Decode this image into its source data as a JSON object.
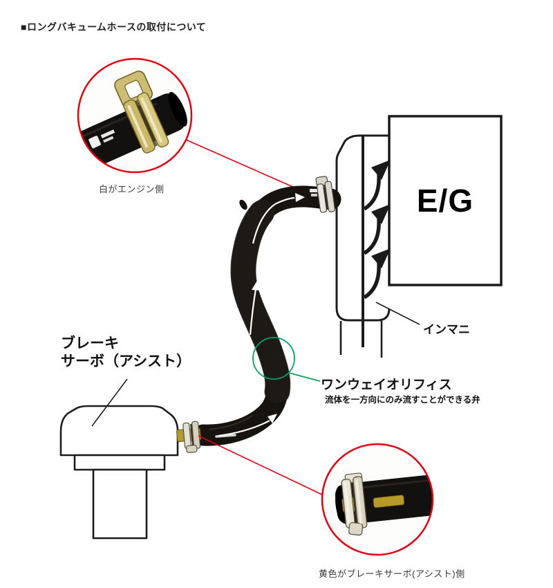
{
  "page": {
    "title": "■ロングバキュームホースの取付について"
  },
  "diagram": {
    "engine_box_label": "E/G",
    "intake_manifold_label": "インマニ",
    "brake_servo_label_line1": "ブレーキ",
    "brake_servo_label_line2": "サーボ（アシスト）",
    "orifice_title": "ワンウェイオリフィス",
    "orifice_description": "流体を一方向にのみ流すことができる弁",
    "inset_engine_caption": "白がエンジン側",
    "inset_servo_caption": "黄色がブレーキサーボ(アシスト)側"
  },
  "colors": {
    "accent_red": "#e8000f",
    "accent_green": "#00a35f",
    "line_black": "#1c1c1c"
  }
}
